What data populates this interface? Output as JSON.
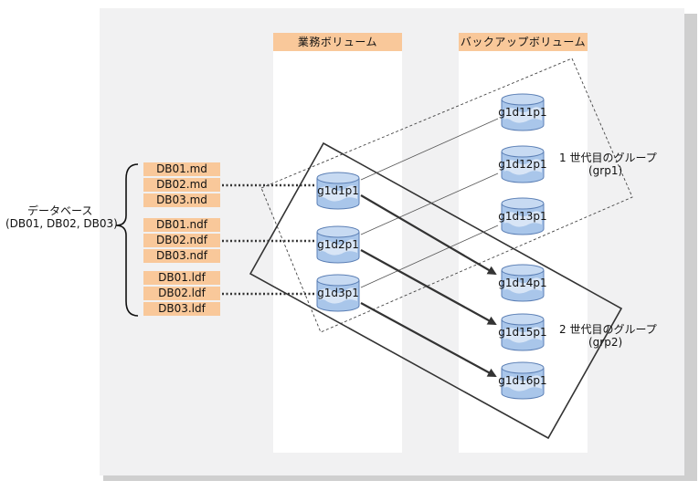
{
  "columns": {
    "business": "業務ボリューム",
    "backup": "バックアップボリューム"
  },
  "database": {
    "label": "データベース",
    "sub_label": "(DB01, DB02, DB03)",
    "files": [
      "DB01.md",
      "DB02.md",
      "DB03.md",
      "DB01.ndf",
      "DB02.ndf",
      "DB03.ndf",
      "DB01.ldf",
      "DB02.ldf",
      "DB03.ldf"
    ]
  },
  "business_volumes": [
    "g1d1p1",
    "g1d2p1",
    "g1d3p1"
  ],
  "backup_volumes": [
    "g1d11p1",
    "g1d12p1",
    "g1d13p1",
    "g1d14p1",
    "g1d15p1",
    "g1d16p1"
  ],
  "groups": {
    "grp1": {
      "label": "1 世代目のグループ",
      "name": "(grp1)"
    },
    "grp2": {
      "label": "2 世代目のグループ",
      "name": "(grp2)"
    }
  },
  "colors": {
    "file_fill": "#f9c89a",
    "panel": "#f1f1f2",
    "volume_fill": "#a9c6ea",
    "volume_stroke": "#5b7fb5"
  }
}
